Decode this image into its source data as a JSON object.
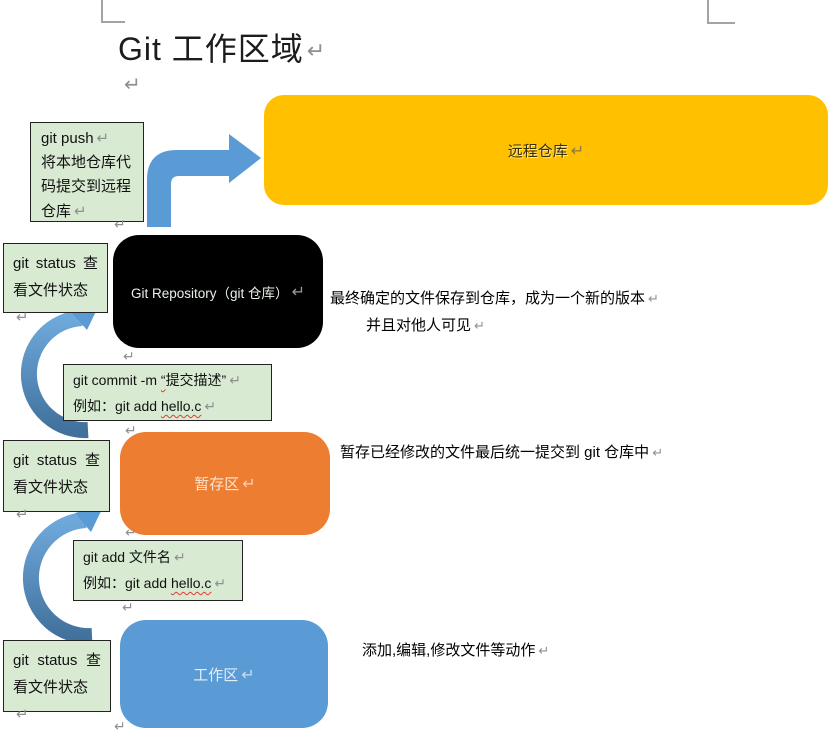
{
  "marks": {
    "return": "↵"
  },
  "title": "Git 工作区域",
  "nodes": {
    "remote": "远程仓库",
    "repo": "Git Repository（git 仓库）",
    "staging": "暂存区",
    "working": "工作区"
  },
  "notes": {
    "repo_line1": "最终确定的文件保存到仓库，成为一个新的版本",
    "repo_line2": "并且对他人可见",
    "staging": "暂存已经修改的文件最后统一提交到 git 仓库中",
    "working": "添加,编辑,修改文件等动作"
  },
  "commands": {
    "push_line1": "git push",
    "push_line2": "将本地仓库代码提交到远程仓库",
    "status_line1": "git status 查",
    "status_line2": "看文件状态",
    "commit_l1a": "git commit -m ",
    "commit_l1quote": "“",
    "commit_l1b": "提交描述”",
    "commit_l2a": "例如：git add ",
    "commit_l2b": "hello.c",
    "add_l1": "git add 文件名",
    "add_l2a": "例如：git add ",
    "add_l2b": "hello.c"
  },
  "colors": {
    "remote_fill": "#FFC000",
    "repo_fill": "#000000",
    "staging_fill": "#ED7D31",
    "working_fill": "#5B9BD5",
    "arrow_fill": "#5B9BD5",
    "command_fill": "#D9EAD3",
    "spellcheck_red": "#E53935",
    "return_mark_gray": "#8F8F8F"
  }
}
